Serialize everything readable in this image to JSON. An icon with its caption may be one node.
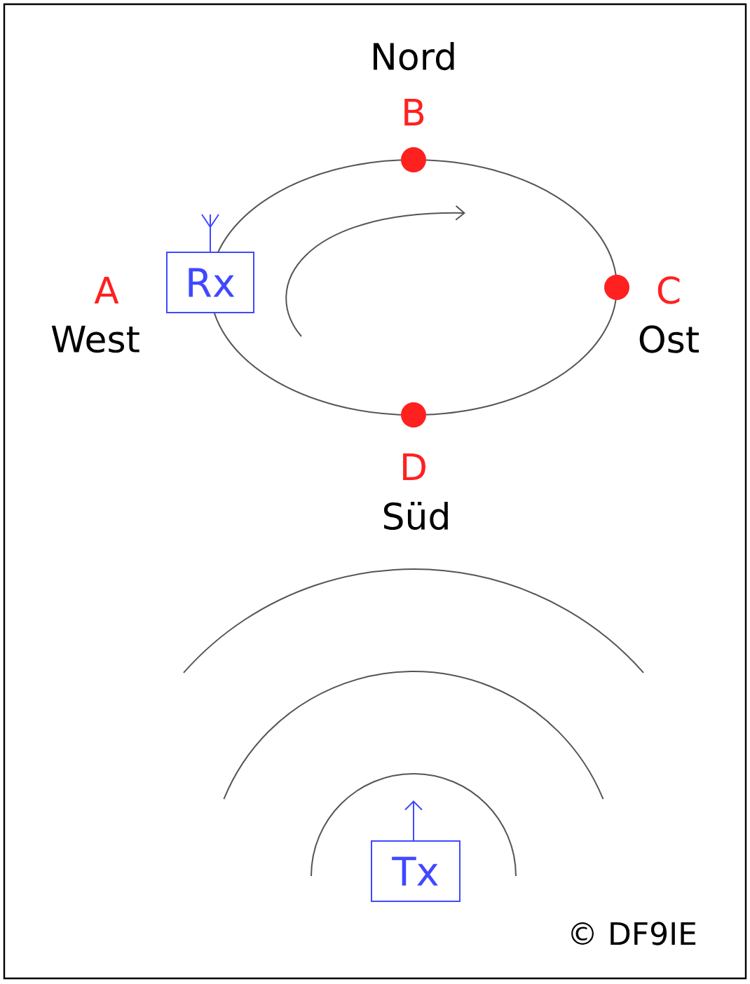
{
  "diagram": {
    "nodes": [
      {
        "text": [
          "Rx"
        ]
      },
      {
        "text": [
          "Tx"
        ]
      }
    ],
    "labels": [
      "Nord",
      "B",
      "A",
      "C",
      "West",
      "Ost",
      "D",
      "Süd",
      "© DF9IE"
    ]
  }
}
